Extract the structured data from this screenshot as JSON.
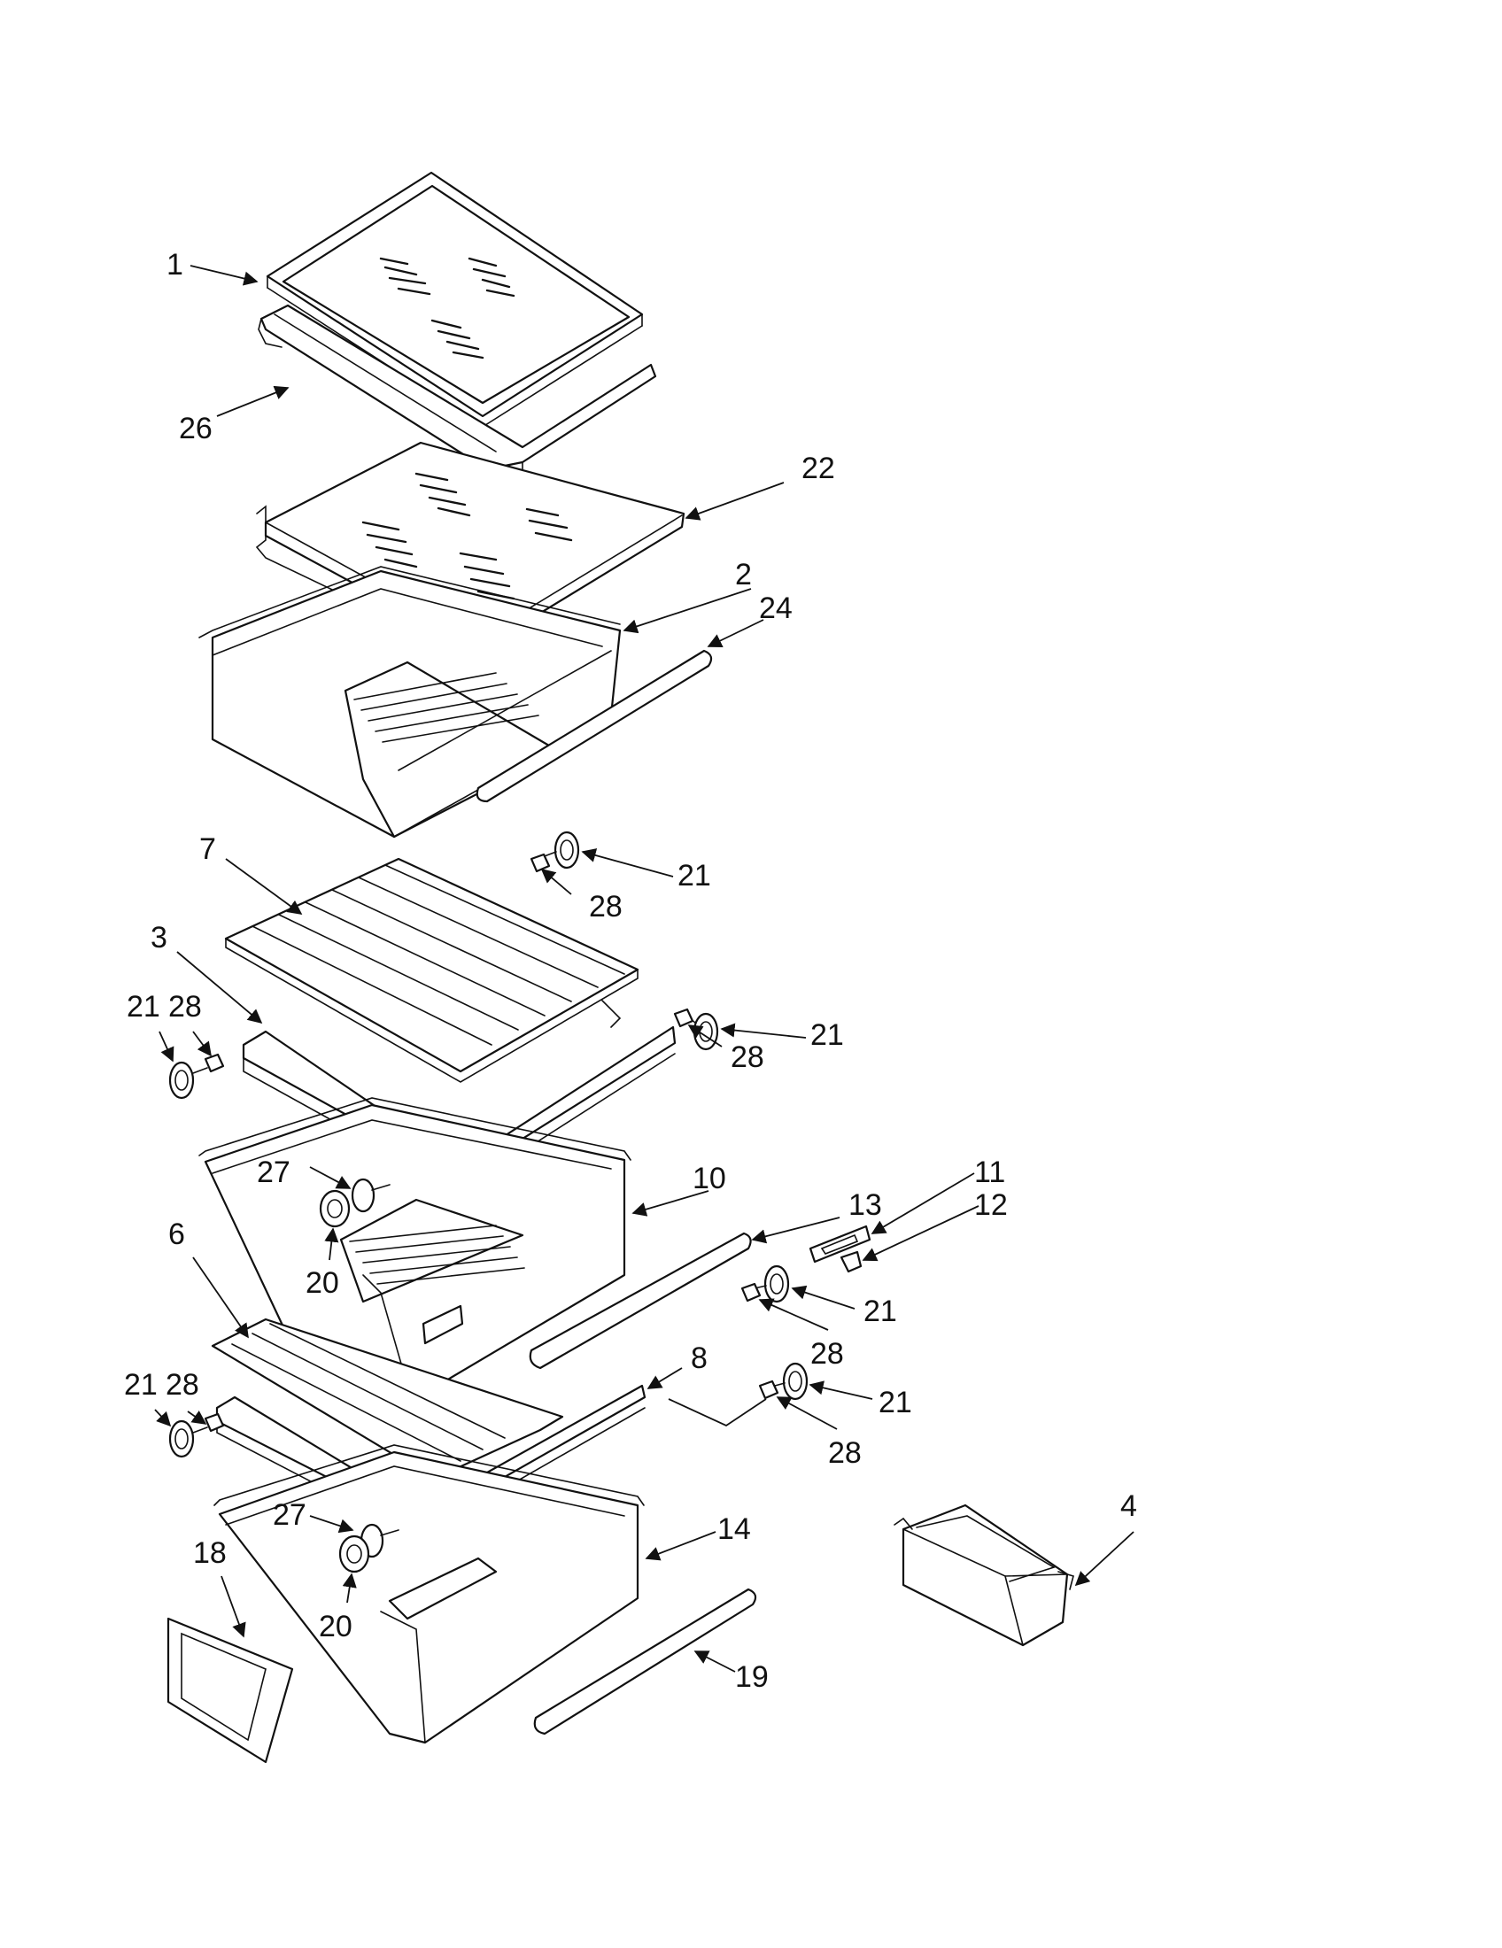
{
  "callouts": [
    {
      "id": "c1",
      "text": "1"
    },
    {
      "id": "c26",
      "text": "26"
    },
    {
      "id": "c22",
      "text": "22"
    },
    {
      "id": "c2",
      "text": "2"
    },
    {
      "id": "c24",
      "text": "24"
    },
    {
      "id": "c7",
      "text": "7"
    },
    {
      "id": "c28a",
      "text": "28"
    },
    {
      "id": "c21a",
      "text": "21"
    },
    {
      "id": "c3",
      "text": "3"
    },
    {
      "id": "c21b",
      "text": "21"
    },
    {
      "id": "c28b",
      "text": "28"
    },
    {
      "id": "c21c",
      "text": "21"
    },
    {
      "id": "c28c",
      "text": "28"
    },
    {
      "id": "c27a",
      "text": "27"
    },
    {
      "id": "c10",
      "text": "10"
    },
    {
      "id": "c13",
      "text": "13"
    },
    {
      "id": "c11",
      "text": "11"
    },
    {
      "id": "c12",
      "text": "12"
    },
    {
      "id": "c20a",
      "text": "20"
    },
    {
      "id": "c6",
      "text": "6"
    },
    {
      "id": "c21d",
      "text": "21"
    },
    {
      "id": "c28d",
      "text": "28"
    },
    {
      "id": "c8",
      "text": "8"
    },
    {
      "id": "c21e",
      "text": "21"
    },
    {
      "id": "c28e",
      "text": "28"
    },
    {
      "id": "c21f",
      "text": "21"
    },
    {
      "id": "c28f",
      "text": "28"
    },
    {
      "id": "c27b",
      "text": "27"
    },
    {
      "id": "c14",
      "text": "14"
    },
    {
      "id": "c4",
      "text": "4"
    },
    {
      "id": "c18",
      "text": "18"
    },
    {
      "id": "c20b",
      "text": "20"
    },
    {
      "id": "c19",
      "text": "19"
    }
  ]
}
